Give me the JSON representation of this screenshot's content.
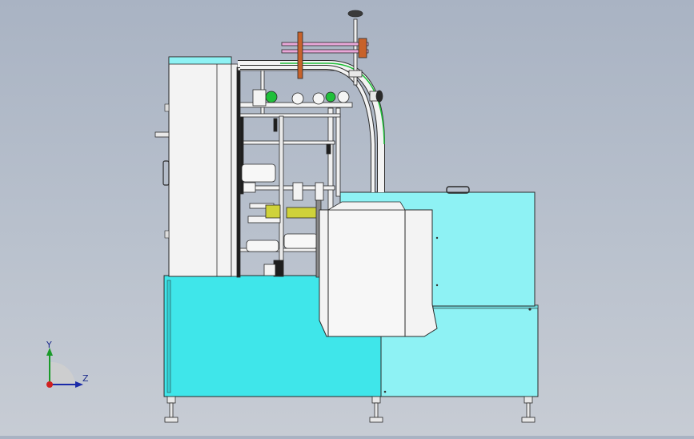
{
  "view": {
    "background_top": "#a9b3c3",
    "background_bottom": "#c7ccd4"
  },
  "colors": {
    "cabinet_cyan": "#3fe6ea",
    "cabinet_light_cyan": "#8ef2f4",
    "frame_white": "#f3f3f3",
    "outline": "#2a2a2a",
    "accent_green": "#1fbf3a",
    "accent_orange": "#c8622a",
    "accent_pink": "#e9a7d8",
    "accent_yellow": "#cfd23a",
    "axis_y": "#1a9a2a",
    "axis_z": "#1a2aa8",
    "axis_origin": "#d02020"
  },
  "axis_triad": {
    "y_label": "Y",
    "z_label": "Z"
  },
  "components": [
    "left-base-cabinet",
    "right-base-cabinet",
    "tall-side-column",
    "rear-hood-box",
    "center-front-panel",
    "curved-feed-chute",
    "top-handwheel",
    "roller-assembly",
    "leveling-feet"
  ]
}
